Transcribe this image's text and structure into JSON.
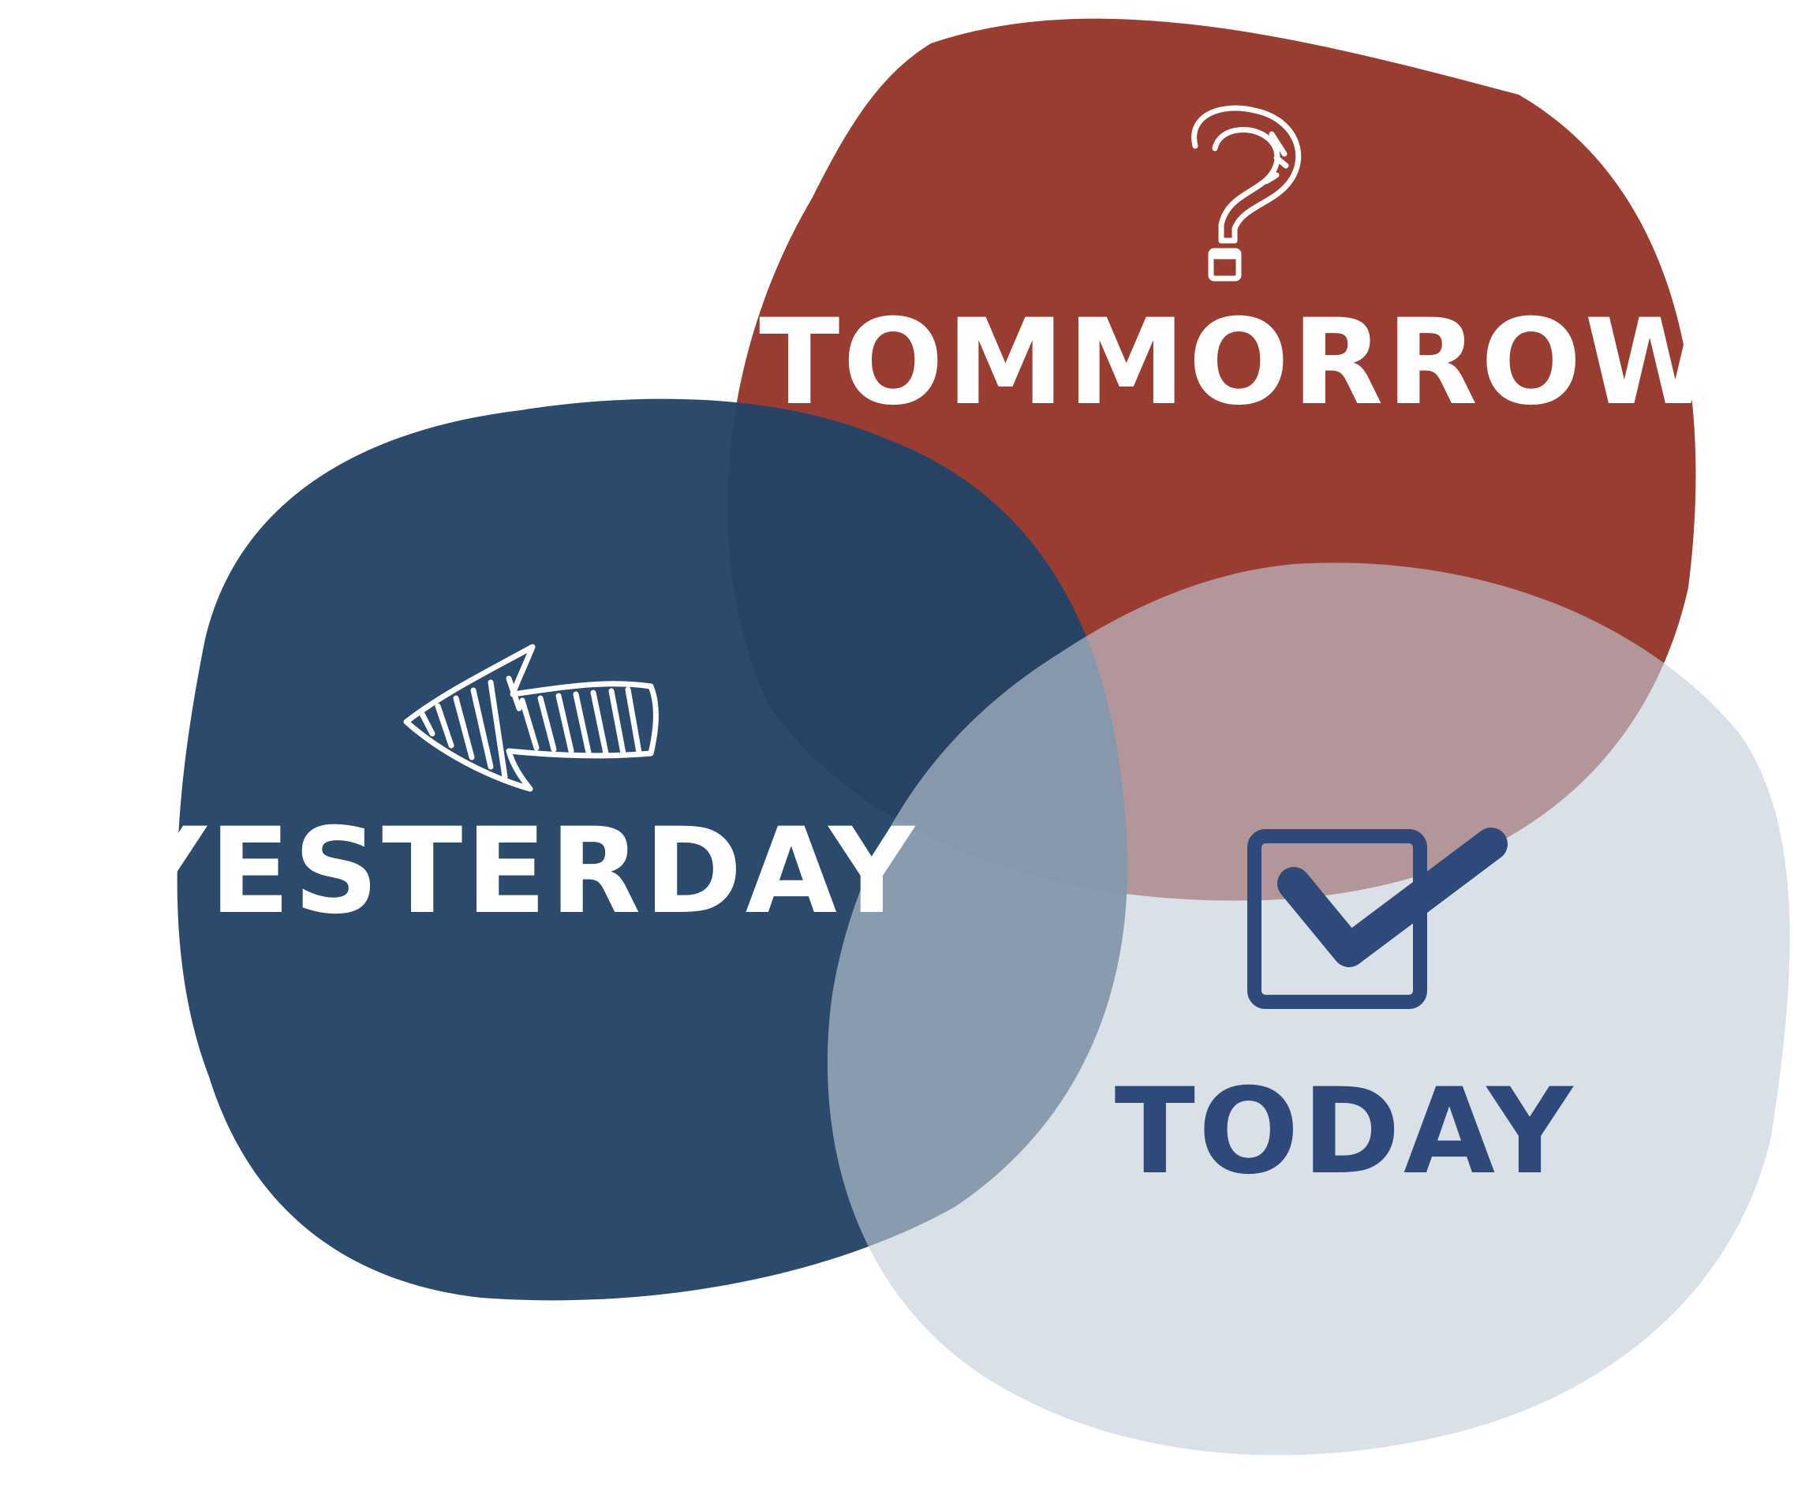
{
  "diagram": {
    "tomorrow": {
      "label": "TOMMORROW",
      "icon": "question-mark-icon",
      "color": "#993d32",
      "text_color": "#ffffff"
    },
    "yesterday": {
      "label": "YESTERDAY",
      "icon": "arrow-left-icon",
      "color": "#234366",
      "text_color": "#ffffff"
    },
    "today": {
      "label": "TODAY",
      "icon": "checkbox-checked-icon",
      "color": "#d8dde5",
      "text_color": "#2f4a7a"
    }
  }
}
